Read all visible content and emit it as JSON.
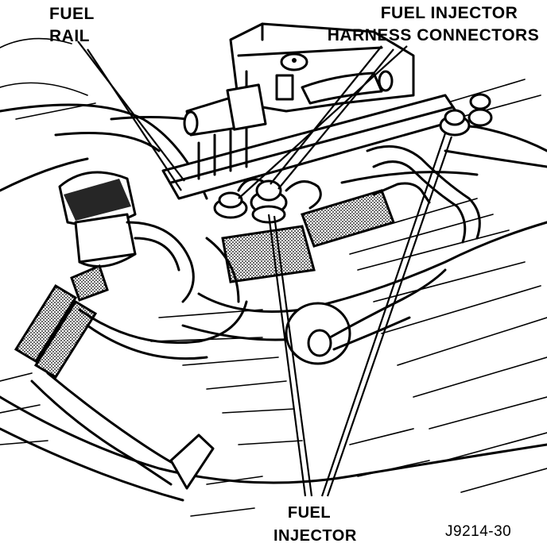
{
  "labels": {
    "fuel_rail": [
      "FUEL",
      "RAIL"
    ],
    "harness_connectors": [
      "FUEL INJECTOR",
      "HARNESS CONNECTORS"
    ],
    "fuel_injector": [
      "FUEL",
      "INJECTOR"
    ],
    "figure_code": "J9214-30"
  }
}
